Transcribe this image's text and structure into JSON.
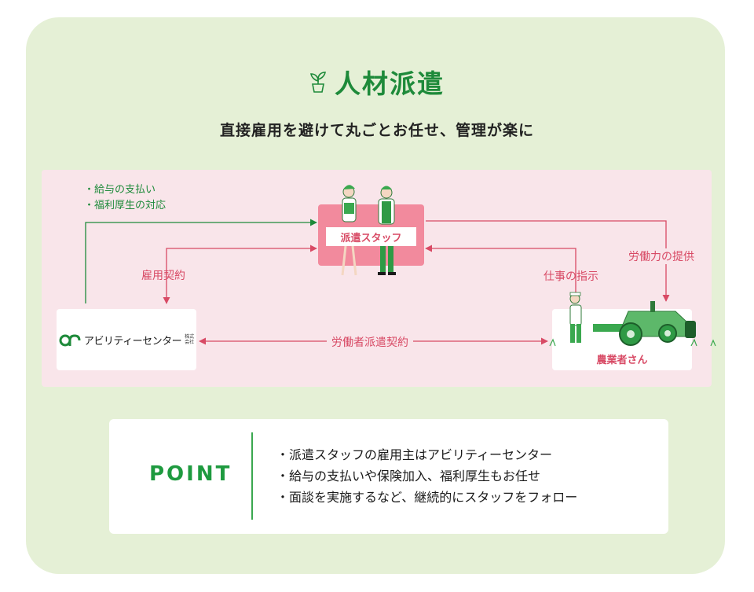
{
  "title": "人材派遣",
  "subtitle": "直接雇用を避けて丸ごとお任せ、管理が楽に",
  "diagram": {
    "benefits": [
      "・給与の支払い",
      "・福利厚生の対応"
    ],
    "staff_label": "派遣スタッフ",
    "company_name": "アビリティーセンター",
    "company_suffix": "株式会社",
    "farmer_label": "農業者さん",
    "employment_contract": "雇用契約",
    "work_instruction": "仕事の指示",
    "labor_provision": "労働力の提供",
    "dispatch_contract": "労働者派遣契約"
  },
  "point": {
    "title": "POINT",
    "items": [
      "派遣スタッフの雇用主はアビリティーセンター",
      "給与の支払いや保険加入、福利厚生もお任せ",
      "面談を実施するなど、継続的にスタッフをフォロー"
    ]
  },
  "colors": {
    "background": "#e5f0d6",
    "diagram_bg": "#f9e5ea",
    "green": "#1e8a3a",
    "red": "#d84a65",
    "staff_box": "#f28a9d"
  },
  "icons": [
    "plant-pot-icon",
    "staff-people-illustration",
    "farmer-tractor-illustration",
    "company-logo-icon"
  ]
}
